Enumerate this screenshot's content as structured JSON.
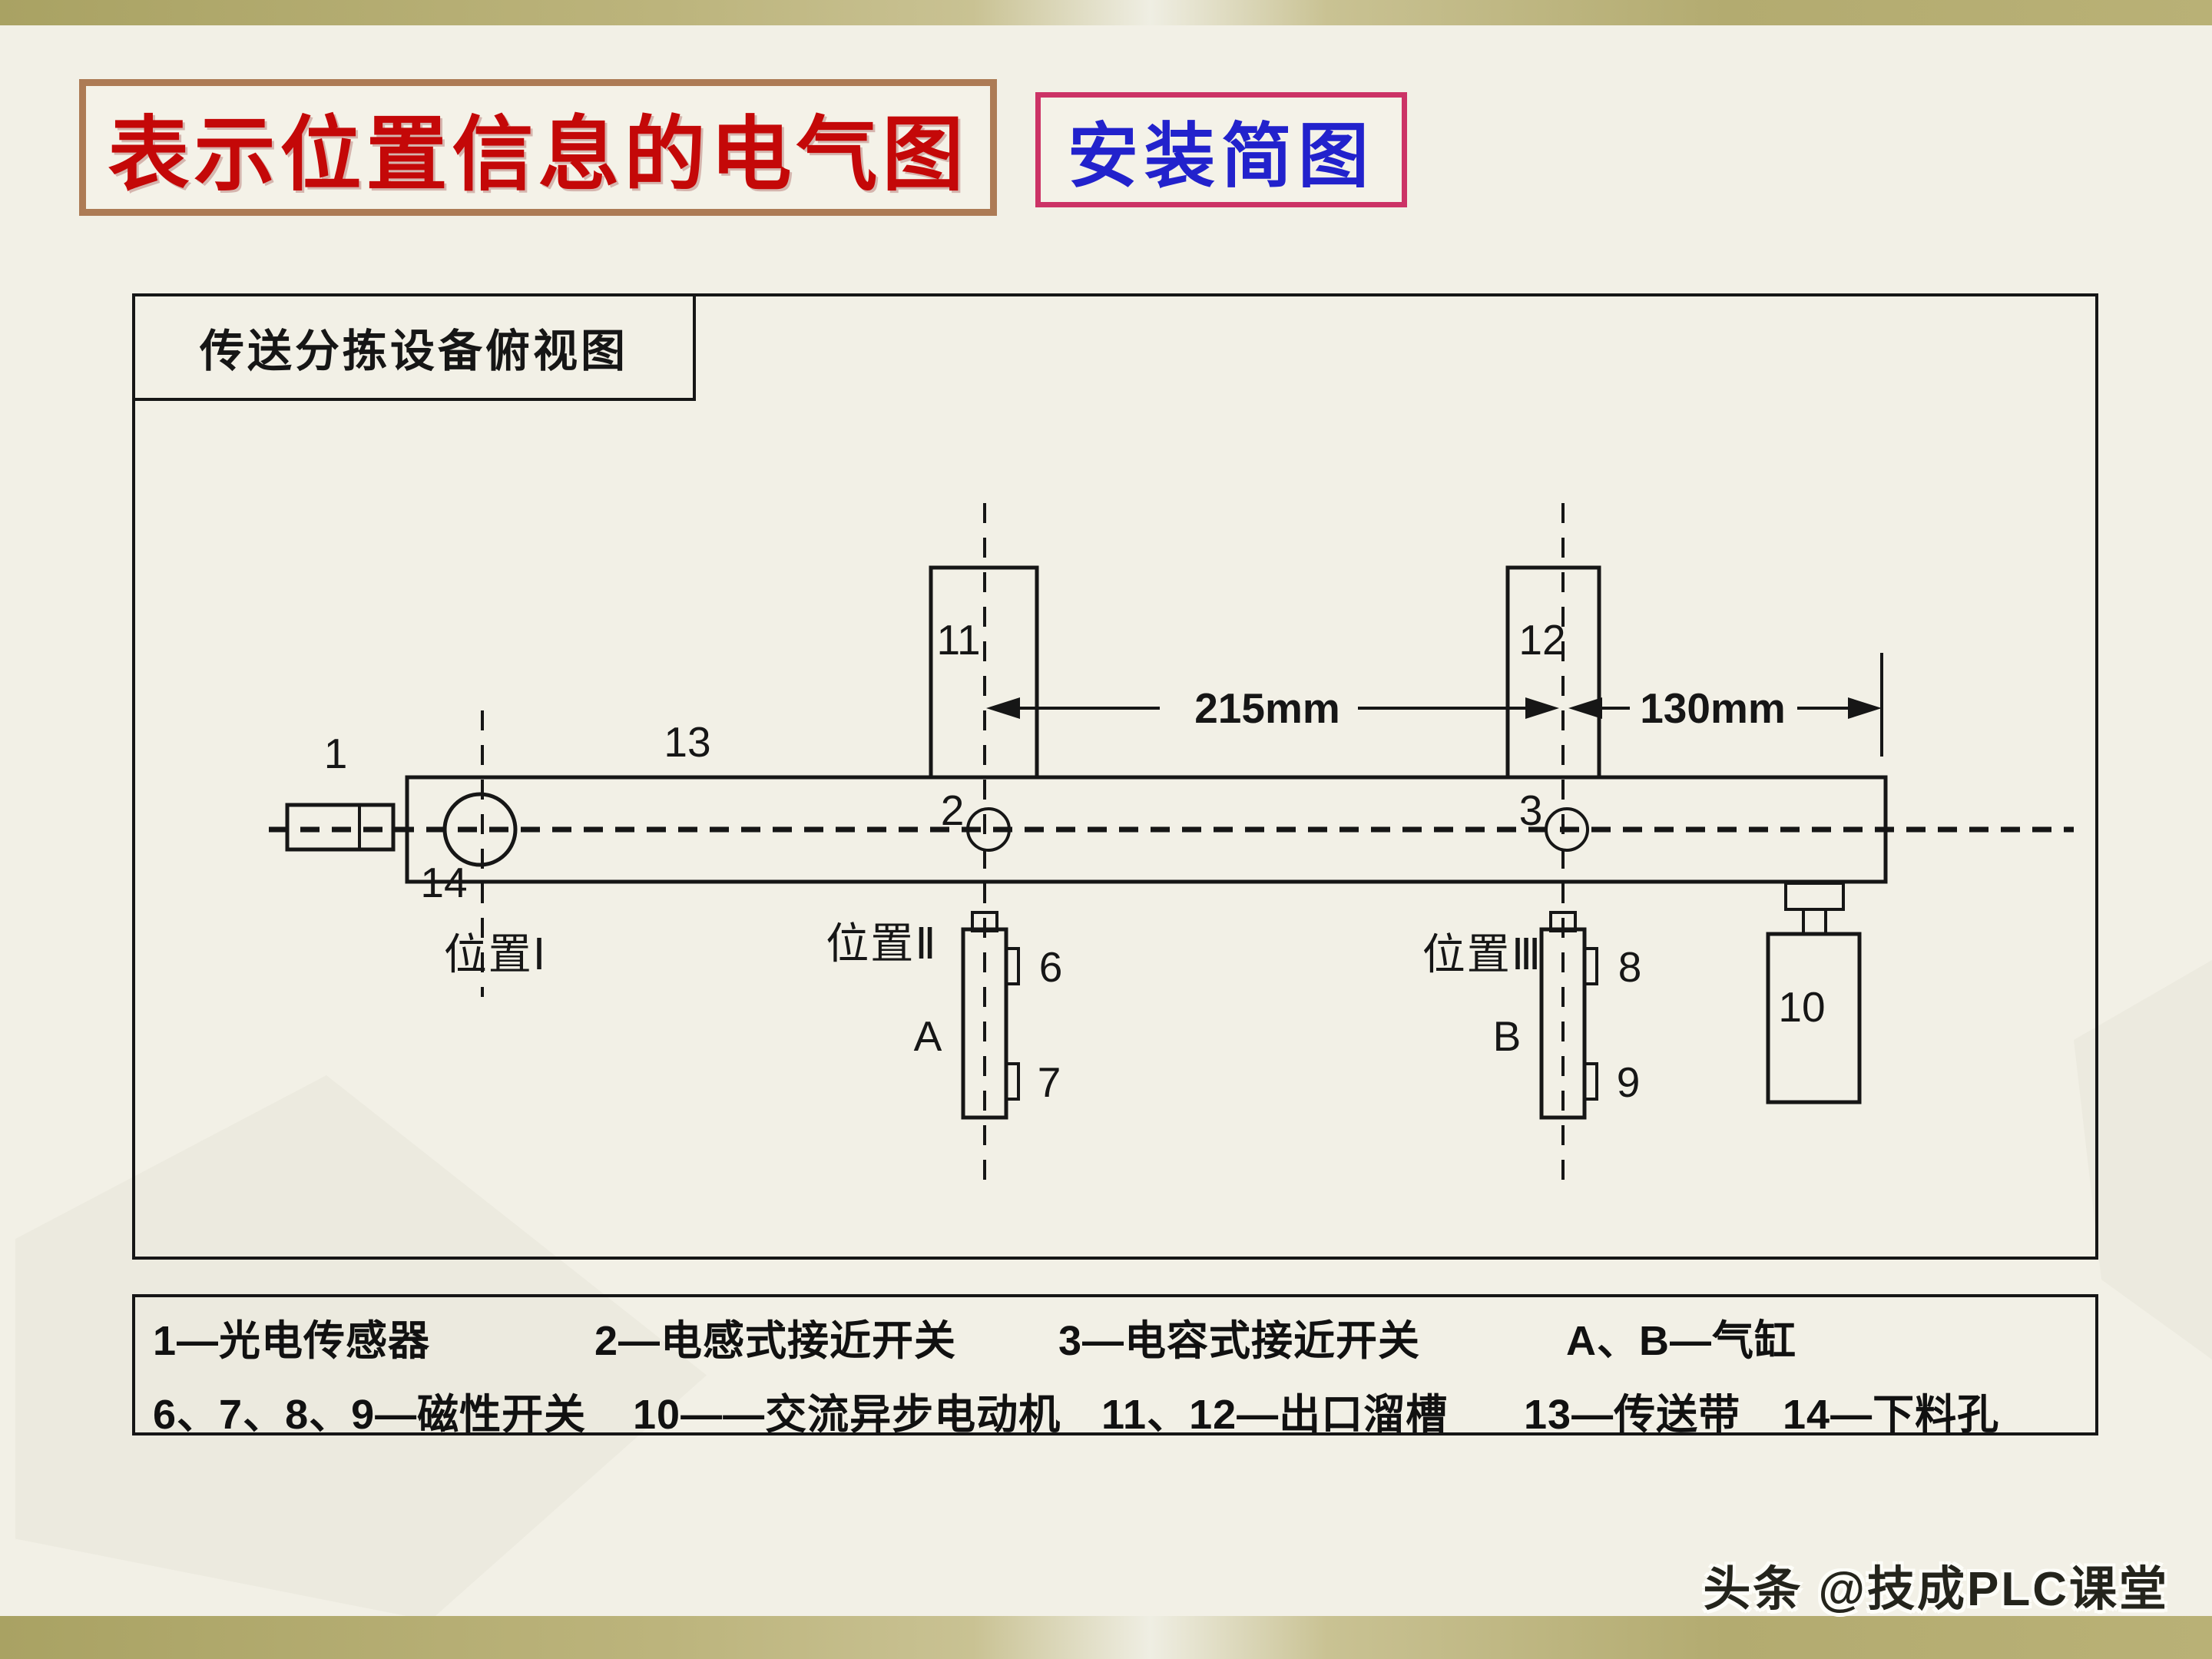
{
  "header": {
    "title": "表示位置信息的电气图",
    "subtitle": "安装简图"
  },
  "colors": {
    "title_text": "#c40808",
    "title_border": "#ad7b55",
    "subtitle_text": "#2222cc",
    "subtitle_border": "#cc3366",
    "bar_khaki": "#b3ab70",
    "background": "#f2f0e6",
    "line": "#161616"
  },
  "diagram": {
    "title": "传送分拣设备俯视图",
    "dimensions": {
      "d1": "215mm",
      "d2": "130mm"
    },
    "labels": {
      "n1": "1",
      "n2": "2",
      "n3": "3",
      "n6": "6",
      "n7": "7",
      "n8": "8",
      "n9": "9",
      "n10": "10",
      "n11": "11",
      "n12": "12",
      "n13": "13",
      "n14": "14",
      "a": "A",
      "b": "B",
      "pos1": "位置Ⅰ",
      "pos2": "位置Ⅱ",
      "pos3": "位置Ⅲ"
    }
  },
  "legend": {
    "line1": [
      "1—光电传感器",
      "2—电感式接近开关",
      "3—电容式接近开关",
      "A、B—气缸"
    ],
    "line2": [
      "6、7、8、9—磁性开关",
      "10——交流异步电动机",
      "11、12—出口溜槽",
      "13—传送带",
      "14—下料孔"
    ]
  },
  "watermark": "头条 @技成PLC课堂"
}
